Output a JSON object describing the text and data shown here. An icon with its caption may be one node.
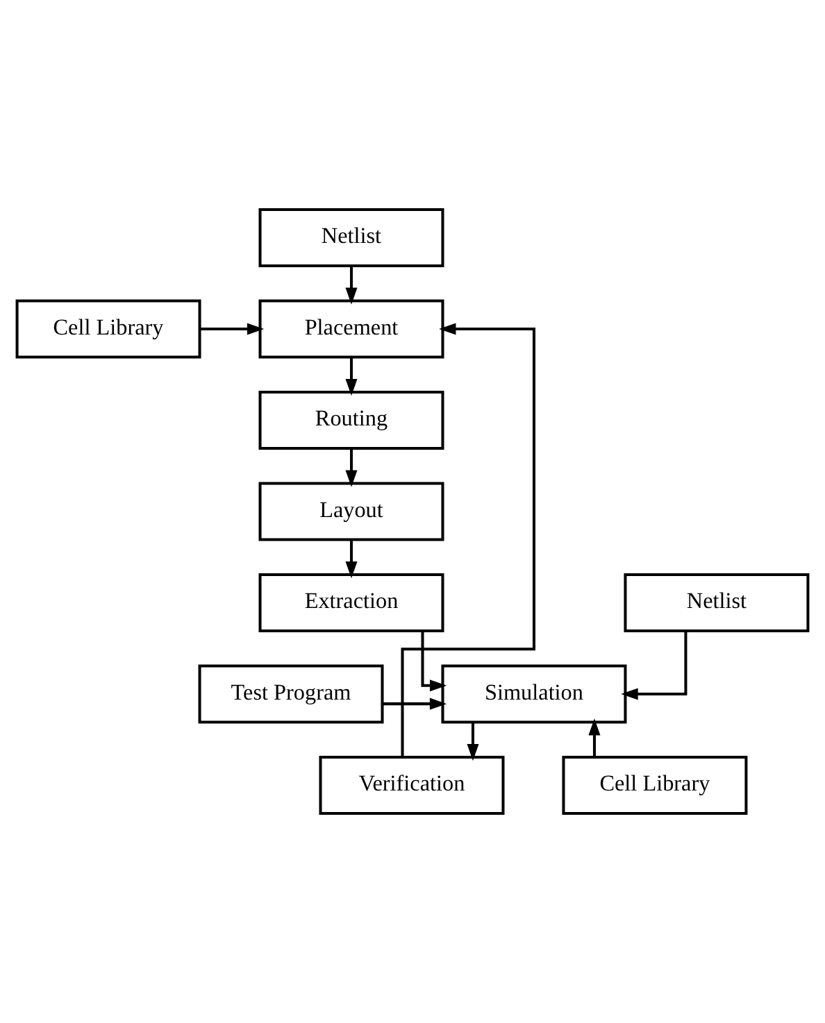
{
  "diagram": {
    "nodes": [
      {
        "text": [
          "Netlist"
        ]
      },
      {
        "text": [
          "Placement"
        ]
      },
      {
        "text": [
          "Cell Library"
        ]
      },
      {
        "text": [
          "Routing"
        ]
      },
      {
        "text": [
          "Layout"
        ]
      },
      {
        "text": [
          "Extraction"
        ]
      },
      {
        "text": [
          "Netlist"
        ]
      },
      {
        "text": [
          "Simulation"
        ]
      },
      {
        "text": [
          "Test Program"
        ]
      },
      {
        "text": [
          "Verification"
        ]
      },
      {
        "text": [
          "Cell Library"
        ]
      }
    ],
    "edges": [
      {
        "from": 0,
        "to": 1,
        "arrow": "to"
      },
      {
        "from": 2,
        "to": 1,
        "arrow": "to"
      },
      {
        "from": 1,
        "to": 3,
        "arrow": "to"
      },
      {
        "from": 3,
        "to": 4,
        "arrow": "to"
      },
      {
        "from": 4,
        "to": 5,
        "arrow": "to"
      },
      {
        "from": 5,
        "to": 7,
        "arrow": "to"
      },
      {
        "from": 6,
        "to": 7,
        "arrow": "to"
      },
      {
        "from": 8,
        "to": 7,
        "arrow": "to"
      },
      {
        "from": 10,
        "to": 7,
        "arrow": "to"
      },
      {
        "from": 7,
        "to": 9,
        "arrow": "to"
      },
      {
        "from": 9,
        "to": 1,
        "arrow": "to"
      }
    ]
  }
}
